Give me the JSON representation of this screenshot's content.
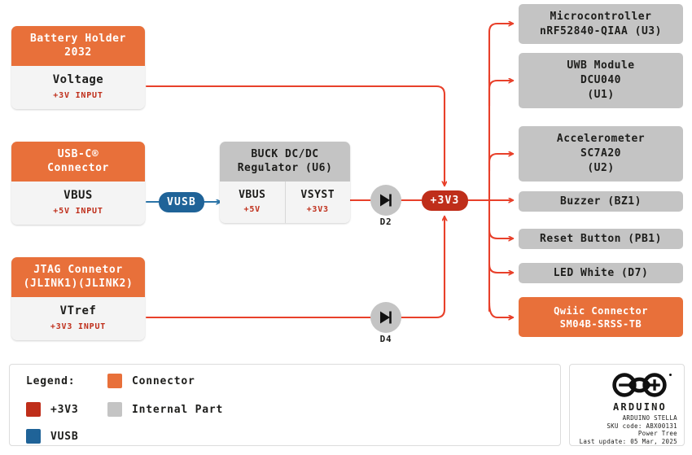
{
  "diagram": {
    "title": "Arduino Stella Power Tree",
    "colors": {
      "connector_orange": "#E8703A",
      "internal_gray": "#C4C4C4",
      "net_3v3_red": "#BF2E1A",
      "net_vusb_blue": "#1F6398",
      "wire_red": "#E8402A",
      "wire_blue": "#2B74A8"
    },
    "sources": [
      {
        "id": "battery-holder",
        "header": "Battery Holder\n2032",
        "header_lines": [
          "Battery Holder",
          "2032"
        ],
        "rail_name": "Voltage",
        "rail_value": "+3V INPUT",
        "kind": "connector"
      },
      {
        "id": "usb-c-connector",
        "header_lines": [
          "USB-C®",
          "Connector"
        ],
        "rail_name": "VBUS",
        "rail_value": "+5V INPUT",
        "kind": "connector"
      },
      {
        "id": "jtag-connector",
        "header_lines": [
          "JTAG Connetor",
          "(JLINK1)(JLINK2)"
        ],
        "rail_name": "VTref",
        "rail_value": "+3V3 INPUT",
        "kind": "connector"
      }
    ],
    "regulator": {
      "id": "buck-regulator",
      "header_lines": [
        "BUCK DC/DC",
        "Regulator (U6)"
      ],
      "rails": [
        {
          "name": "VBUS",
          "value": "+5V"
        },
        {
          "name": "VSYST",
          "value": "+3V3"
        }
      ]
    },
    "nets": [
      {
        "id": "net-vusb",
        "label": "VUSB",
        "color": "#1F6398"
      },
      {
        "id": "net-3v3",
        "label": "+3V3",
        "color": "#BF2E1A"
      }
    ],
    "diodes": [
      {
        "id": "diode-d2",
        "label": "D2"
      },
      {
        "id": "diode-d4",
        "label": "D4"
      }
    ],
    "consumers": [
      {
        "id": "microcontroller",
        "lines": [
          "Microcontroller",
          "nRF52840-QIAA (U3)"
        ],
        "kind": "internal"
      },
      {
        "id": "uwb-module",
        "lines": [
          "UWB Module",
          "DCU040",
          "(U1)"
        ],
        "kind": "internal"
      },
      {
        "id": "accelerometer",
        "lines": [
          "Accelerometer",
          "SC7A20",
          "(U2)"
        ],
        "kind": "internal"
      },
      {
        "id": "buzzer",
        "lines": [
          "Buzzer (BZ1)"
        ],
        "kind": "internal"
      },
      {
        "id": "reset-button",
        "lines": [
          "Reset Button (PB1)"
        ],
        "kind": "internal"
      },
      {
        "id": "led-white",
        "lines": [
          "LED White (D7)"
        ],
        "kind": "internal"
      },
      {
        "id": "qwiic-connector",
        "lines": [
          "Qwiic Connector",
          "SM04B-SRSS-TB"
        ],
        "kind": "connector"
      }
    ]
  },
  "legend": {
    "title": "Legend:",
    "entries": [
      {
        "id": "legend-connector",
        "label": "Connector",
        "color": "#E8703A"
      },
      {
        "id": "legend-3v3",
        "label": "+3V3",
        "color": "#BF2E1A"
      },
      {
        "id": "legend-internal-part",
        "label": "Internal Part",
        "color": "#C4C4C4"
      },
      {
        "id": "legend-vusb",
        "label": "VUSB",
        "color": "#1F6398"
      }
    ]
  },
  "brand": {
    "wordmark": "ARDUINO",
    "meta_lines": [
      "ARDUINO STELLA",
      "SKU code: ABX00131",
      "Power Tree",
      "Last update: 05 Mar, 2025"
    ]
  }
}
